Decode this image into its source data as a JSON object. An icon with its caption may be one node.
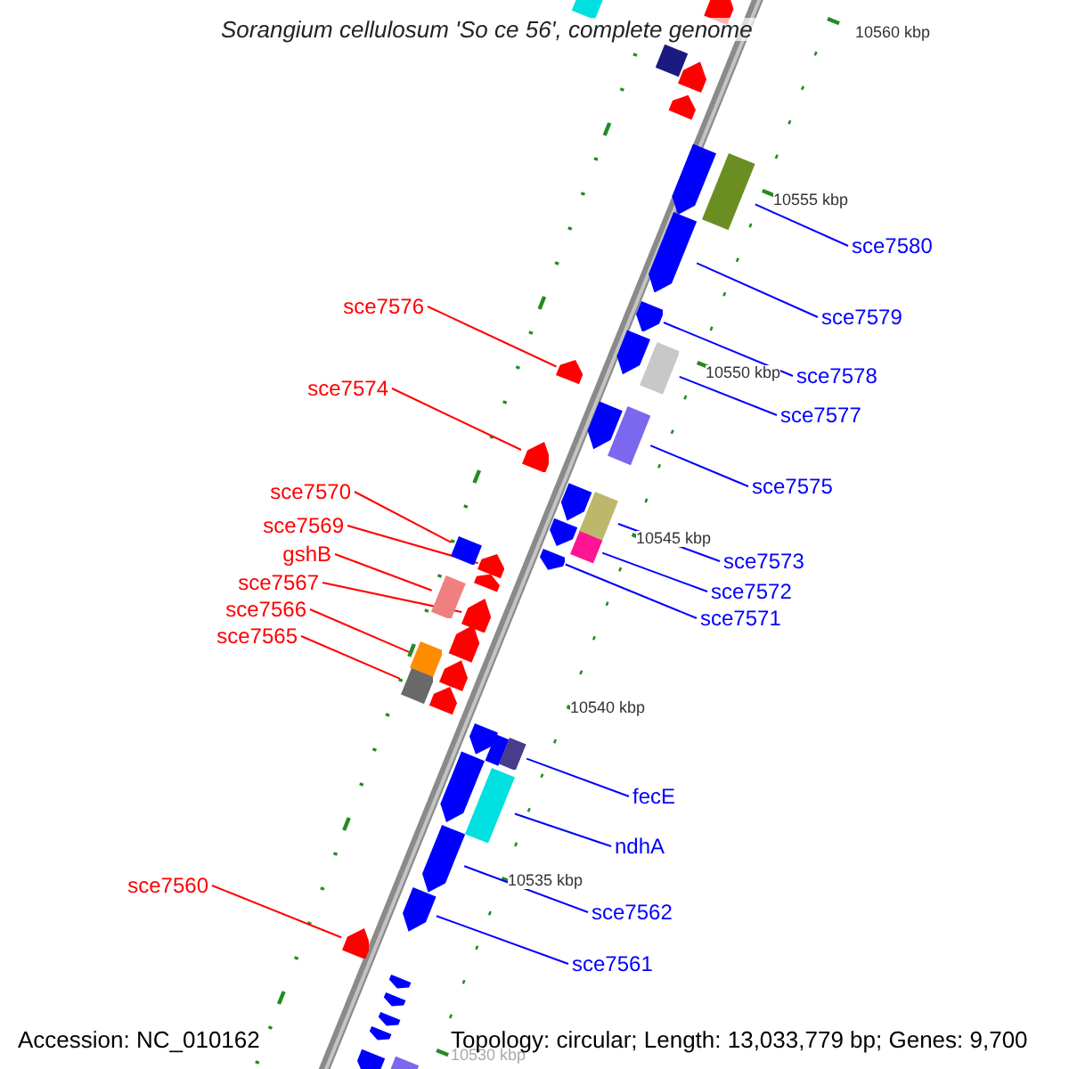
{
  "diagram": {
    "title": "Sorangium cellulosum 'So ce 56', complete genome",
    "nodes": [
      {
        "text": [
          "sce7580"
        ]
      },
      {
        "text": [
          "sce7576"
        ]
      },
      {
        "text": [
          "sce7579"
        ]
      },
      {
        "text": [
          "sce7578"
        ]
      },
      {
        "text": [
          "sce7574"
        ]
      },
      {
        "text": [
          "sce7577"
        ]
      },
      {
        "text": [
          "sce7575"
        ]
      },
      {
        "text": [
          "sce7570"
        ]
      },
      {
        "text": [
          "sce7569"
        ]
      },
      {
        "text": [
          "gshB"
        ]
      },
      {
        "text": [
          "sce7573"
        ]
      },
      {
        "text": [
          "sce7567"
        ]
      },
      {
        "text": [
          "sce7572"
        ]
      },
      {
        "text": [
          "sce7566"
        ]
      },
      {
        "text": [
          "sce7571"
        ]
      },
      {
        "text": [
          "sce7565"
        ]
      },
      {
        "text": [
          "fecE"
        ]
      },
      {
        "text": [
          "ndhA"
        ]
      },
      {
        "text": [
          "sce7560"
        ]
      },
      {
        "text": [
          "sce7562"
        ]
      },
      {
        "text": [
          "sce7561"
        ]
      },
      {
        "text": [],
        "shape": "box"
      },
      {
        "text": [],
        "shape": "pentagon"
      },
      {
        "text": [],
        "shape": "pentagon"
      },
      {
        "text": [],
        "shape": "pentagon"
      },
      {
        "text": [],
        "shape": "box"
      },
      {
        "text": [],
        "shape": "pentagon"
      },
      {
        "text": [],
        "shape": "box"
      },
      {
        "text": [],
        "shape": "box"
      },
      {
        "text": [],
        "shape": "pentagon"
      },
      {
        "text": [],
        "shape": "box"
      },
      {
        "text": [],
        "shape": "box"
      },
      {
        "text": [],
        "shape": "pentagon"
      },
      {
        "text": [],
        "shape": "box"
      },
      {
        "text": [],
        "shape": "box"
      },
      {
        "text": [],
        "shape": "pentagon"
      },
      {
        "text": [],
        "shape": "box"
      },
      {
        "text": [],
        "shape": "box"
      },
      {
        "text": [],
        "shape": "box"
      },
      {
        "text": [],
        "shape": "pentagon"
      },
      {
        "text": [],
        "shape": "pentagon"
      },
      {
        "text": [],
        "shape": "pentagon"
      }
    ],
    "edges": [
      {
        "from": 0,
        "to": 21,
        "arrow": "none"
      },
      {
        "from": 1,
        "to": 22,
        "arrow": "none",
        "color": "#ff0000"
      },
      {
        "from": 2,
        "to": 23,
        "arrow": "none"
      },
      {
        "from": 3,
        "to": 24,
        "arrow": "none"
      },
      {
        "from": 4,
        "to": 26,
        "arrow": "none",
        "color": "#ff0000"
      },
      {
        "from": 5,
        "to": 25,
        "arrow": "none"
      },
      {
        "from": 6,
        "to": 27,
        "arrow": "none"
      },
      {
        "from": 7,
        "to": 28,
        "arrow": "none",
        "color": "#ff0000"
      },
      {
        "from": 8,
        "to": 29,
        "arrow": "none",
        "color": "#ff0000"
      },
      {
        "from": 9,
        "to": 30,
        "arrow": "none",
        "color": "#ff0000"
      },
      {
        "from": 10,
        "to": 31,
        "arrow": "none"
      },
      {
        "from": 11,
        "to": 32,
        "arrow": "none",
        "color": "#ff0000"
      },
      {
        "from": 12,
        "to": 33,
        "arrow": "none"
      },
      {
        "from": 13,
        "to": 34,
        "arrow": "none",
        "color": "#ff0000"
      },
      {
        "from": 14,
        "to": 35,
        "arrow": "none"
      },
      {
        "from": 15,
        "to": 36,
        "arrow": "none",
        "color": "#ff0000"
      },
      {
        "from": 16,
        "to": 37,
        "arrow": "none"
      },
      {
        "from": 17,
        "to": 38,
        "arrow": "none"
      },
      {
        "from": 18,
        "to": 39,
        "arrow": "none",
        "color": "#ff0000"
      },
      {
        "from": 19,
        "to": 40,
        "arrow": "none"
      },
      {
        "from": 20,
        "to": 41,
        "arrow": "none"
      }
    ],
    "labels": [
      "10560 kbp",
      "10555 kbp",
      "10550 kbp",
      "10545 kbp",
      "10540 kbp",
      "10535 kbp",
      "10530 kbp",
      "Accession: NC_010162",
      "Topology: circular; Length: 13,033,779 bp; Genes: 9,700"
    ]
  }
}
